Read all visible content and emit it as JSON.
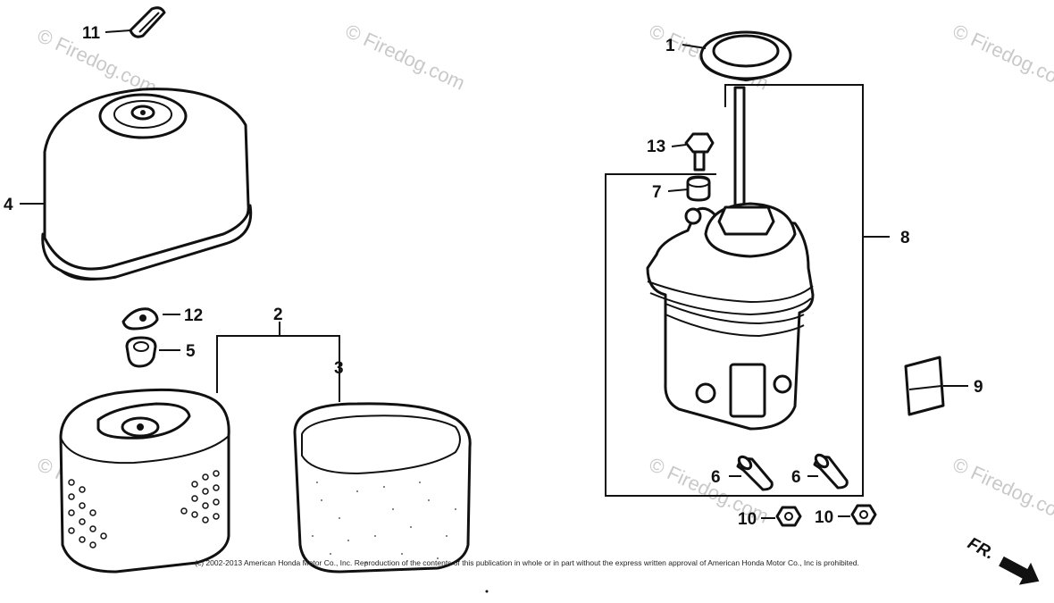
{
  "callouts": {
    "c1": "1",
    "c2": "2",
    "c3": "3",
    "c4": "4",
    "c5": "5",
    "c6a": "6",
    "c6b": "6",
    "c7": "7",
    "c8": "8",
    "c9": "9",
    "c10a": "10",
    "c10b": "10",
    "c11": "11",
    "c12": "12",
    "c13": "13"
  },
  "watermark": "© Firedog.com",
  "front_indicator": "FR.",
  "copyright": "(c) 2002-2013 American Honda Motor Co., Inc. Reproduction of the contents of this publication in whole or in part without the express written approval of American Honda Motor Co., Inc is prohibited."
}
